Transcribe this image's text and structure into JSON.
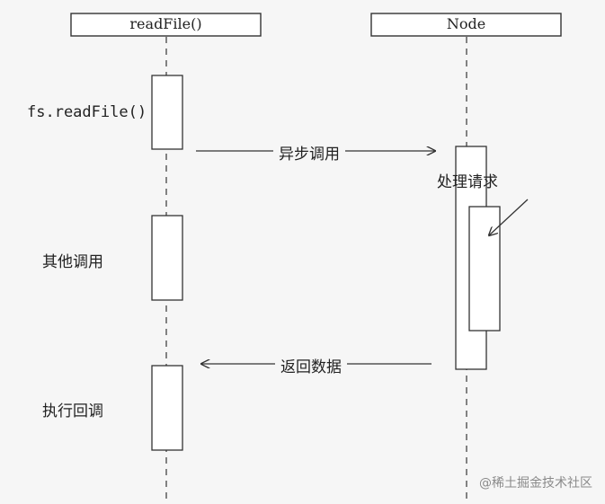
{
  "lifelines": {
    "left": {
      "title": "readFile()"
    },
    "right": {
      "title": "Node"
    }
  },
  "left_labels": {
    "call": "fs.readFile()",
    "other": "其他调用",
    "callback": "执行回调"
  },
  "messages": {
    "async_call": "异步调用",
    "process": "处理请求",
    "return_data": "返回数据"
  },
  "watermark": "@稀土掘金技术社区"
}
